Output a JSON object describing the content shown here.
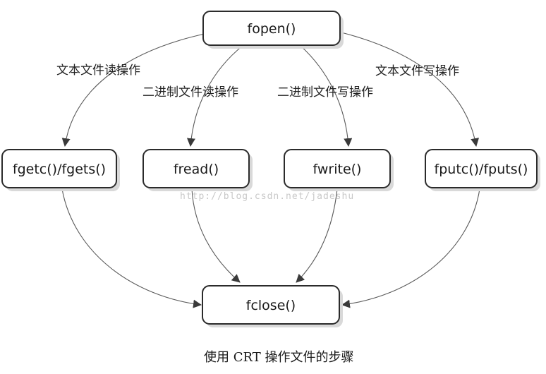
{
  "nodes": {
    "fopen": "fopen()",
    "fgetc_fgets": "fgetc()/fgets()",
    "fread": "fread()",
    "fwrite": "fwrite()",
    "fputc_fputs": "fputc()/fputs()",
    "fclose": "fclose()"
  },
  "edges": {
    "text_read": "文本文件读操作",
    "binary_read": "二进制文件读操作",
    "binary_write": "二进制文件写操作",
    "text_write": "文本文件写操作"
  },
  "watermark": "http://blog.csdn.net/jadeshu",
  "caption": "使用 CRT 操作文件的步骤"
}
